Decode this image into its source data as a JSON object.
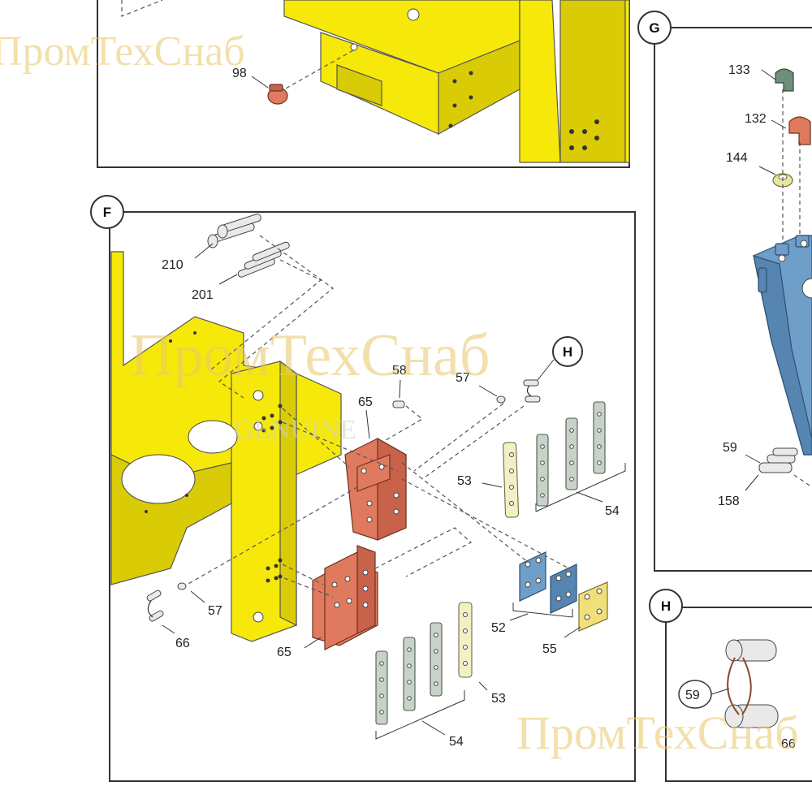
{
  "callouts": {
    "g": "G",
    "f": "F",
    "h_detail": "H",
    "h_view": "H"
  },
  "part_labels": {
    "p98": "98",
    "p133": "133",
    "p132": "132",
    "p144": "144",
    "p210": "210",
    "p201": "201",
    "p58": "58",
    "p57_top": "57",
    "p65_top": "65",
    "p53_top": "53",
    "p54_top": "54",
    "p59_g": "59",
    "p158": "158",
    "p57_left": "57",
    "p66_left": "66",
    "p65_bottom": "65",
    "p52": "52",
    "p55": "55",
    "p53_bottom": "53",
    "p54_bottom": "54",
    "p59_h": "59",
    "p66_h": "66"
  },
  "watermarks": {
    "main": "ПромТехСнаб",
    "genuine": "GENUINE"
  },
  "colors": {
    "frame_yellow": "#f6e90a",
    "bracket_red": "#e07a5e",
    "tank_blue": "#6f9ec9",
    "watermark_gold": "#e8c76a"
  }
}
